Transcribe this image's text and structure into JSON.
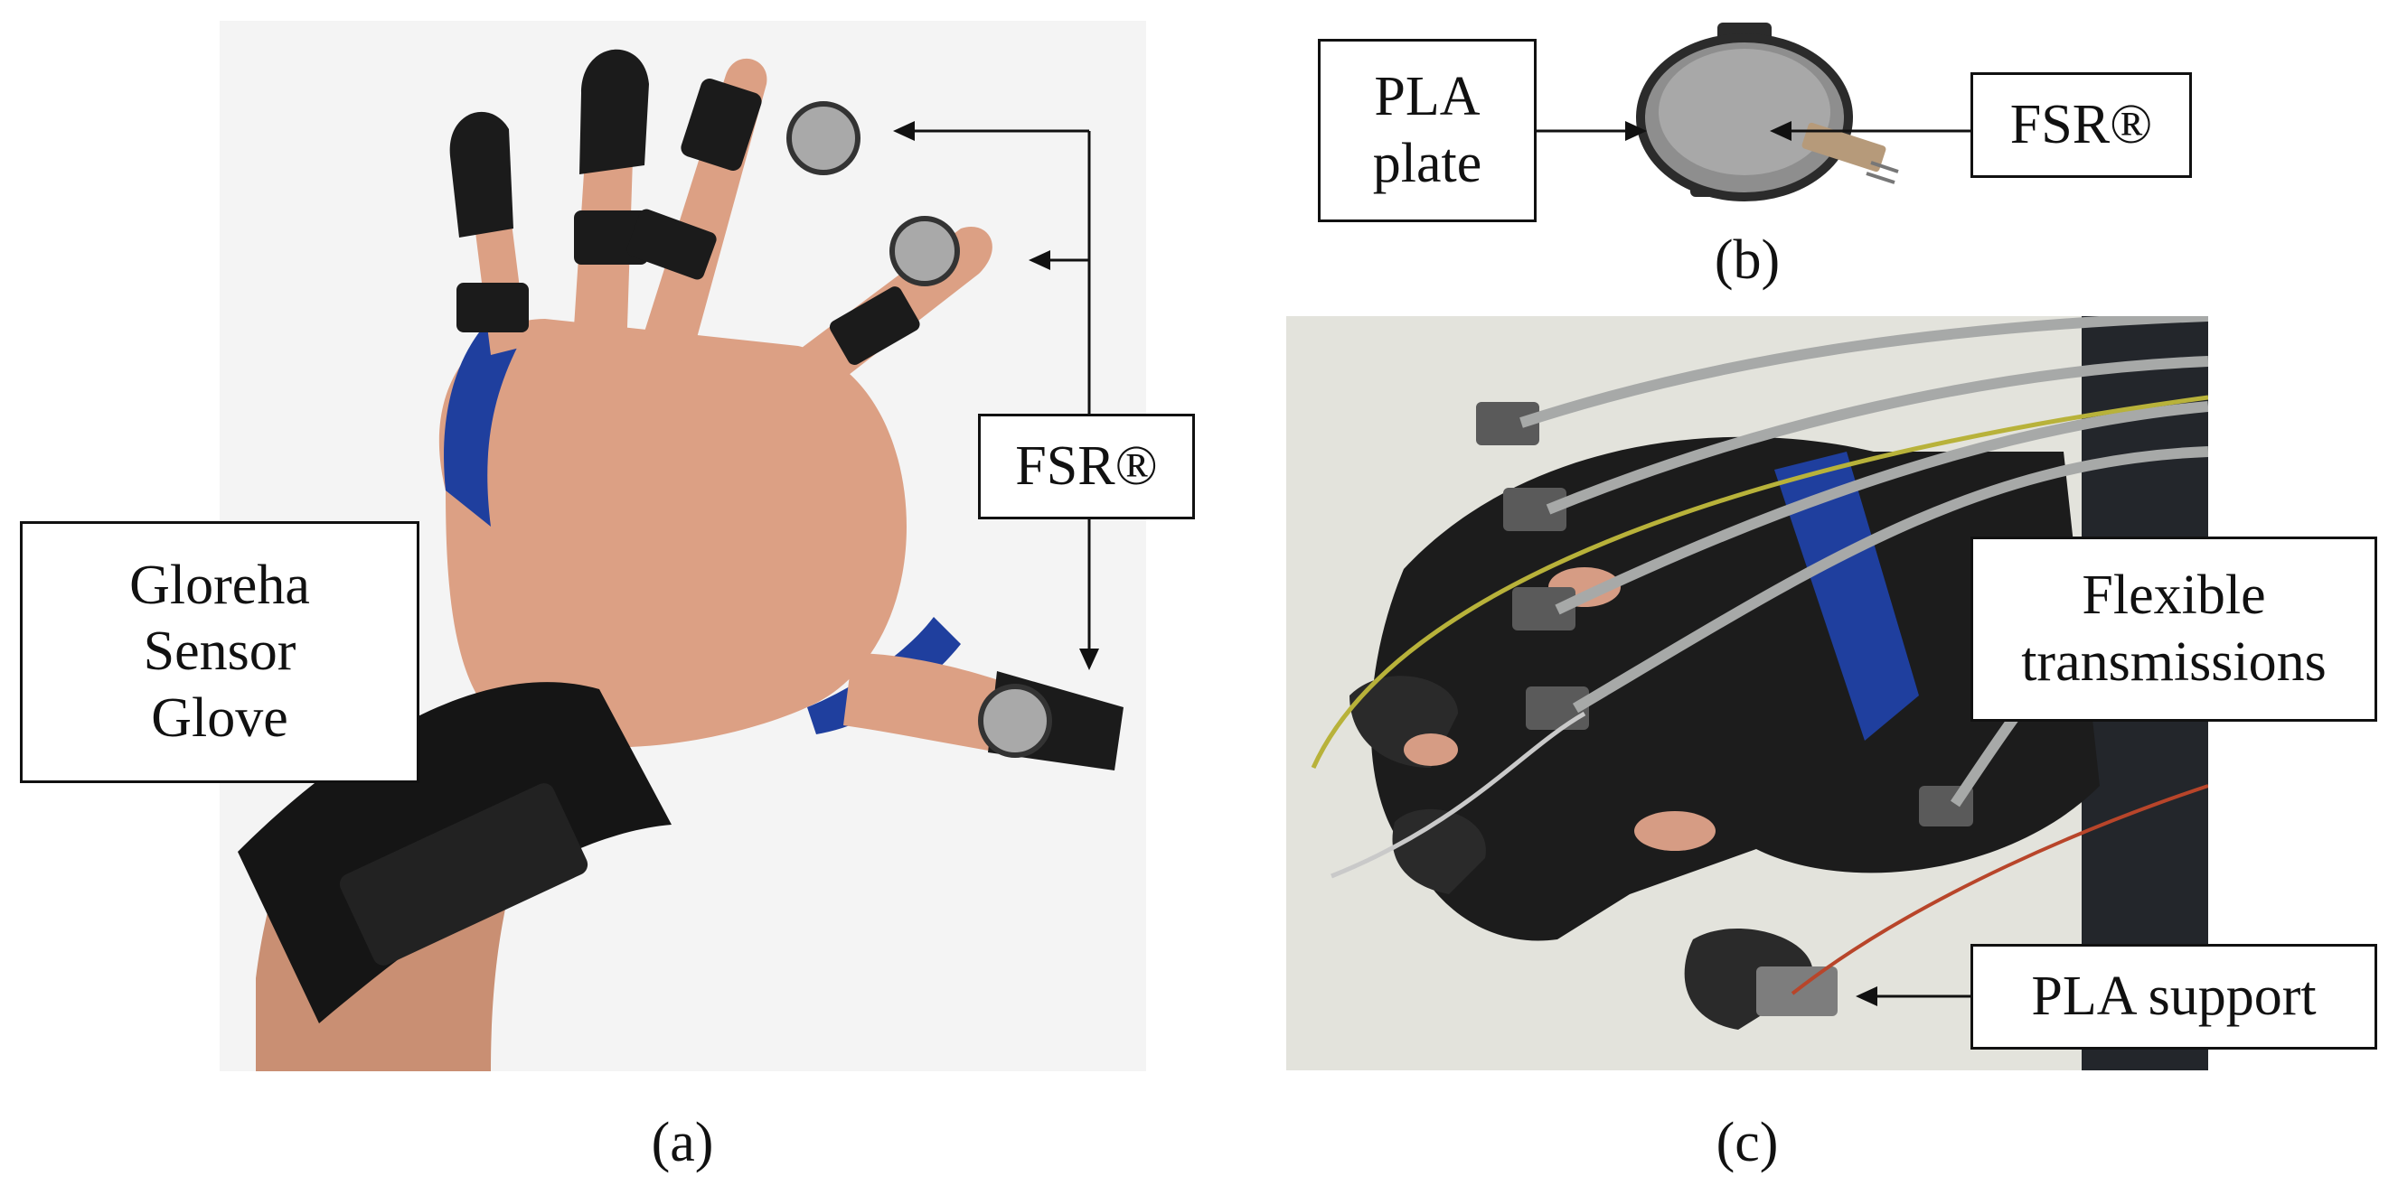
{
  "panels": {
    "a": {
      "caption": "(a)",
      "labels": {
        "fsr": "FSR®",
        "glove_line1": "Gloreha",
        "glove_line2": "Sensor",
        "glove_line3": "Glove"
      }
    },
    "b": {
      "caption": "(b)",
      "labels": {
        "plate_line1": "PLA",
        "plate_line2": "plate",
        "fsr": "FSR®"
      }
    },
    "c": {
      "caption": "(c)",
      "labels": {
        "flex_line1": "Flexible",
        "flex_line2": "transmissions",
        "support": "PLA support"
      }
    }
  }
}
